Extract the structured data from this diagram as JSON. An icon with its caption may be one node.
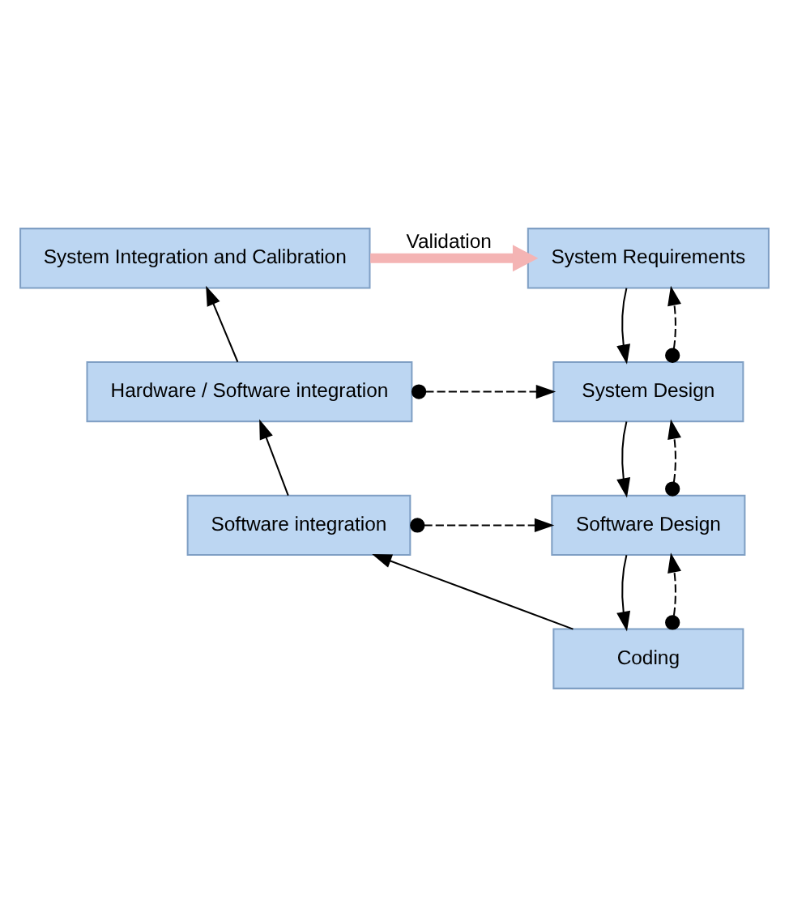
{
  "diagram": {
    "nodes": [
      {
        "text": [
          "System Requirements"
        ]
      },
      {
        "text": [
          "System Integration and Calibration"
        ]
      },
      {
        "text": [
          "System Design"
        ]
      },
      {
        "text": [
          "Hardware / Software integration"
        ]
      },
      {
        "text": [
          "Software Design"
        ]
      },
      {
        "text": [
          "Software integration"
        ]
      },
      {
        "text": [
          "Coding"
        ]
      }
    ],
    "edges": [
      {
        "from": 0,
        "to": 2,
        "arrow": "to"
      },
      {
        "from": 2,
        "to": 4,
        "arrow": "to"
      },
      {
        "from": 4,
        "to": 6,
        "arrow": "to"
      },
      {
        "from": 6,
        "to": 5,
        "arrow": "to"
      },
      {
        "from": 5,
        "to": 3,
        "arrow": "to"
      },
      {
        "from": 3,
        "to": 1,
        "arrow": "to"
      },
      {
        "from": 1,
        "to": 0,
        "arrow": "to",
        "label": "Validation",
        "style": "thick",
        "color": "#f4b4b4"
      },
      {
        "from": 2,
        "to": 0,
        "arrow": "to",
        "style": "dashed"
      },
      {
        "from": 3,
        "to": 2,
        "arrow": "to",
        "style": "dashed"
      },
      {
        "from": 4,
        "to": 2,
        "arrow": "to",
        "style": "dashed"
      },
      {
        "from": 5,
        "to": 4,
        "arrow": "to",
        "style": "dashed"
      },
      {
        "from": 6,
        "to": 4,
        "arrow": "to",
        "style": "dashed"
      }
    ]
  }
}
